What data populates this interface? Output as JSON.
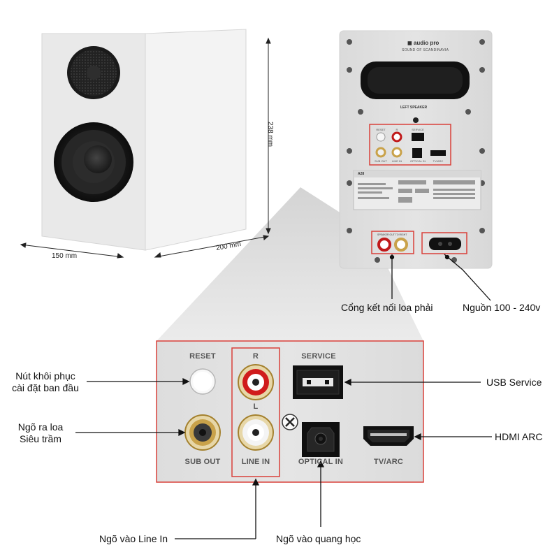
{
  "dimensions": {
    "height": "238 mm",
    "width": "150 mm",
    "depth": "200 mm"
  },
  "rear_panel": {
    "brand": "audio pro",
    "tagline": "SOUND OF SCANDINAVIA",
    "speaker_label": "LEFT SPEAKER",
    "model": "A28",
    "right_speaker_port_label": "SPEAKER OUT TO RIGHT",
    "small_labels": {
      "reset": "RESET",
      "r": "R",
      "service": "SERVICE",
      "sub_out": "SUB OUT",
      "line_in": "LINE IN",
      "optical_in": "OPTICAL IN",
      "tv_arc": "TV/ARC"
    }
  },
  "panel": {
    "reset": "RESET",
    "r": "R",
    "l": "L",
    "service": "SERVICE",
    "sub_out": "SUB OUT",
    "line_in": "LINE IN",
    "optical_in": "OPTICAL IN",
    "tv_arc": "TV/ARC"
  },
  "callouts": {
    "right_speaker": "Cổng kết nối loa phải",
    "power": "Nguồn 100 - 240v",
    "reset_1": "Nút khôi phục",
    "reset_2": "cài đặt ban đầu",
    "sub_1": "Ngõ ra loa",
    "sub_2": "Siêu trầm",
    "usb": "USB Service",
    "hdmi": "HDMI ARC",
    "line_in": "Ngõ vào Line In",
    "optical": "Ngõ vào quang học"
  },
  "colors": {
    "highlight_red": "#d9403a",
    "line_in_red": "#d01c1c",
    "gold": "#c9a24a",
    "panel_gray": "#dedede",
    "leader_black": "#111111"
  }
}
